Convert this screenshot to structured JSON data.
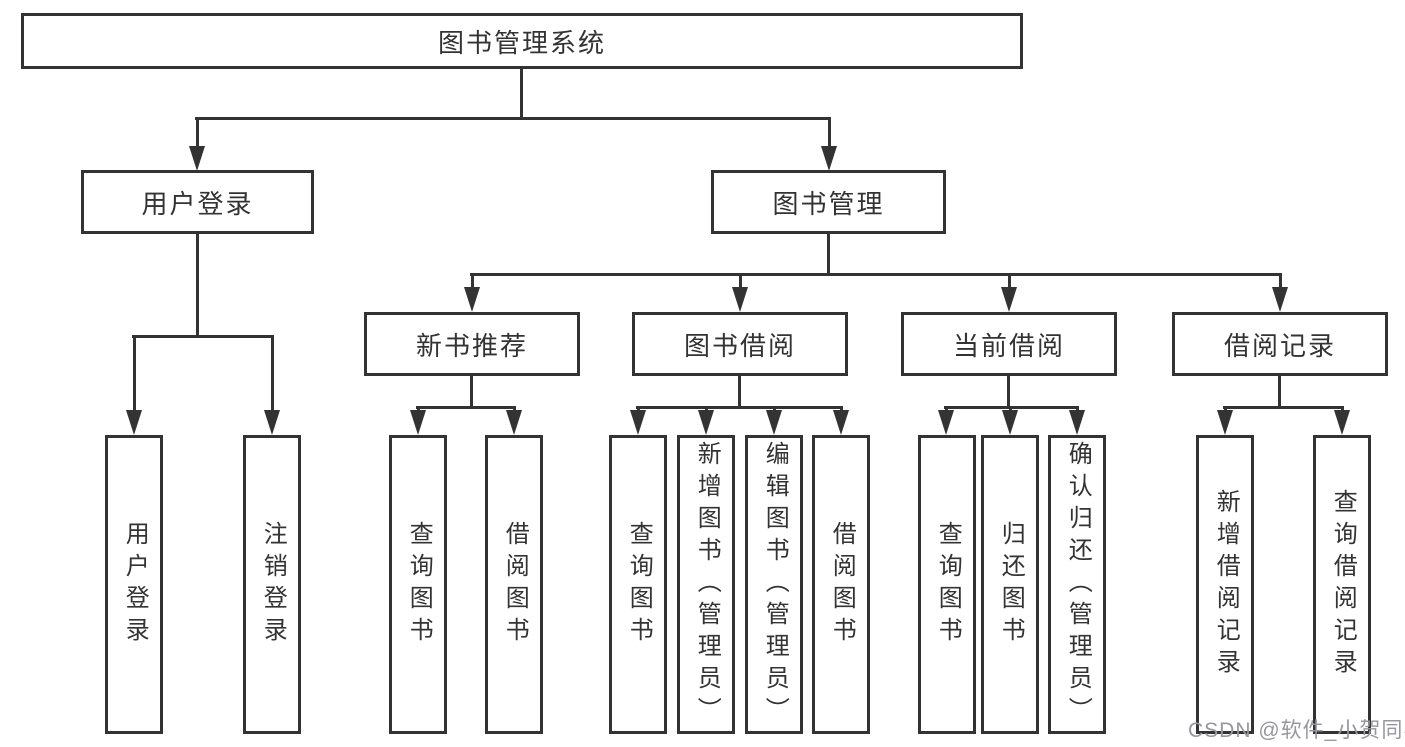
{
  "colors": {
    "line": "#333333",
    "text": "#333333",
    "background": "#ffffff",
    "watermark": "#97979c"
  },
  "watermark": "CSDN @软件_小贺同学",
  "tree": {
    "label": "图书管理系统",
    "children": [
      {
        "label": "用户登录",
        "children": [
          {
            "label": "用户登录"
          },
          {
            "label": "注销登录"
          }
        ]
      },
      {
        "label": "图书管理",
        "children": [
          {
            "label": "新书推荐",
            "children": [
              {
                "label": "查询图书"
              },
              {
                "label": "借阅图书"
              }
            ]
          },
          {
            "label": "图书借阅",
            "children": [
              {
                "label": "查询图书"
              },
              {
                "label": "新增图书（管理员）"
              },
              {
                "label": "编辑图书（管理员）"
              },
              {
                "label": "借阅图书"
              }
            ]
          },
          {
            "label": "当前借阅",
            "children": [
              {
                "label": "查询图书"
              },
              {
                "label": "归还图书"
              },
              {
                "label": "确认归还（管理员）"
              }
            ]
          },
          {
            "label": "借阅记录",
            "children": [
              {
                "label": "新增借阅记录"
              },
              {
                "label": "查询借阅记录"
              }
            ]
          }
        ]
      }
    ]
  }
}
